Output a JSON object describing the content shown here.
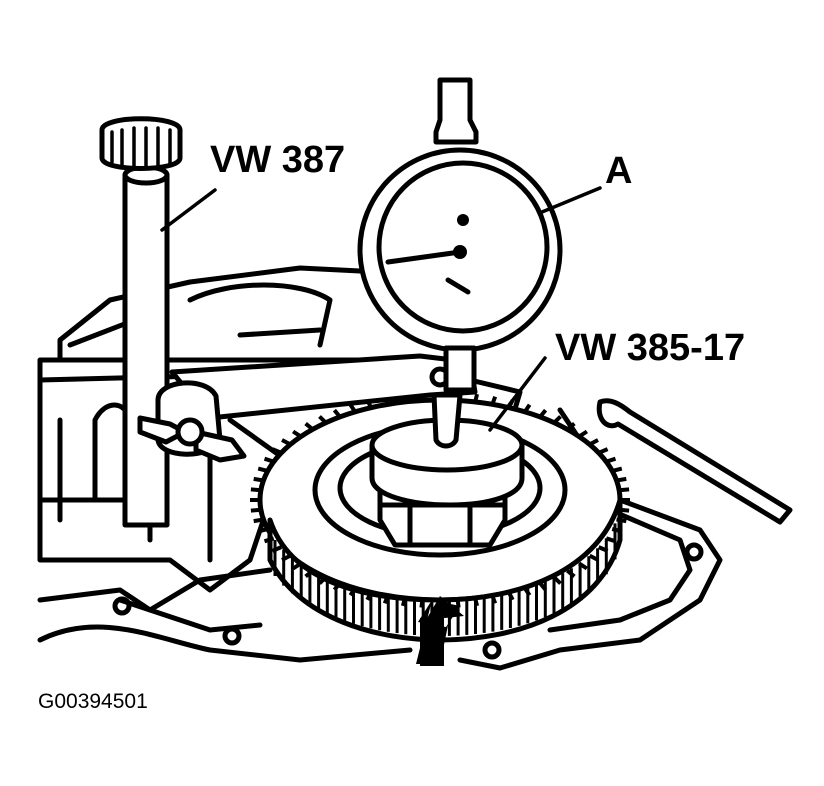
{
  "figure": {
    "labels": {
      "tool_left": "VW 387",
      "gauge": "A",
      "tool_right": "VW 385-17"
    },
    "figure_id": "G00394501"
  },
  "colors": {
    "ink": "#000000",
    "paper": "#ffffff"
  }
}
